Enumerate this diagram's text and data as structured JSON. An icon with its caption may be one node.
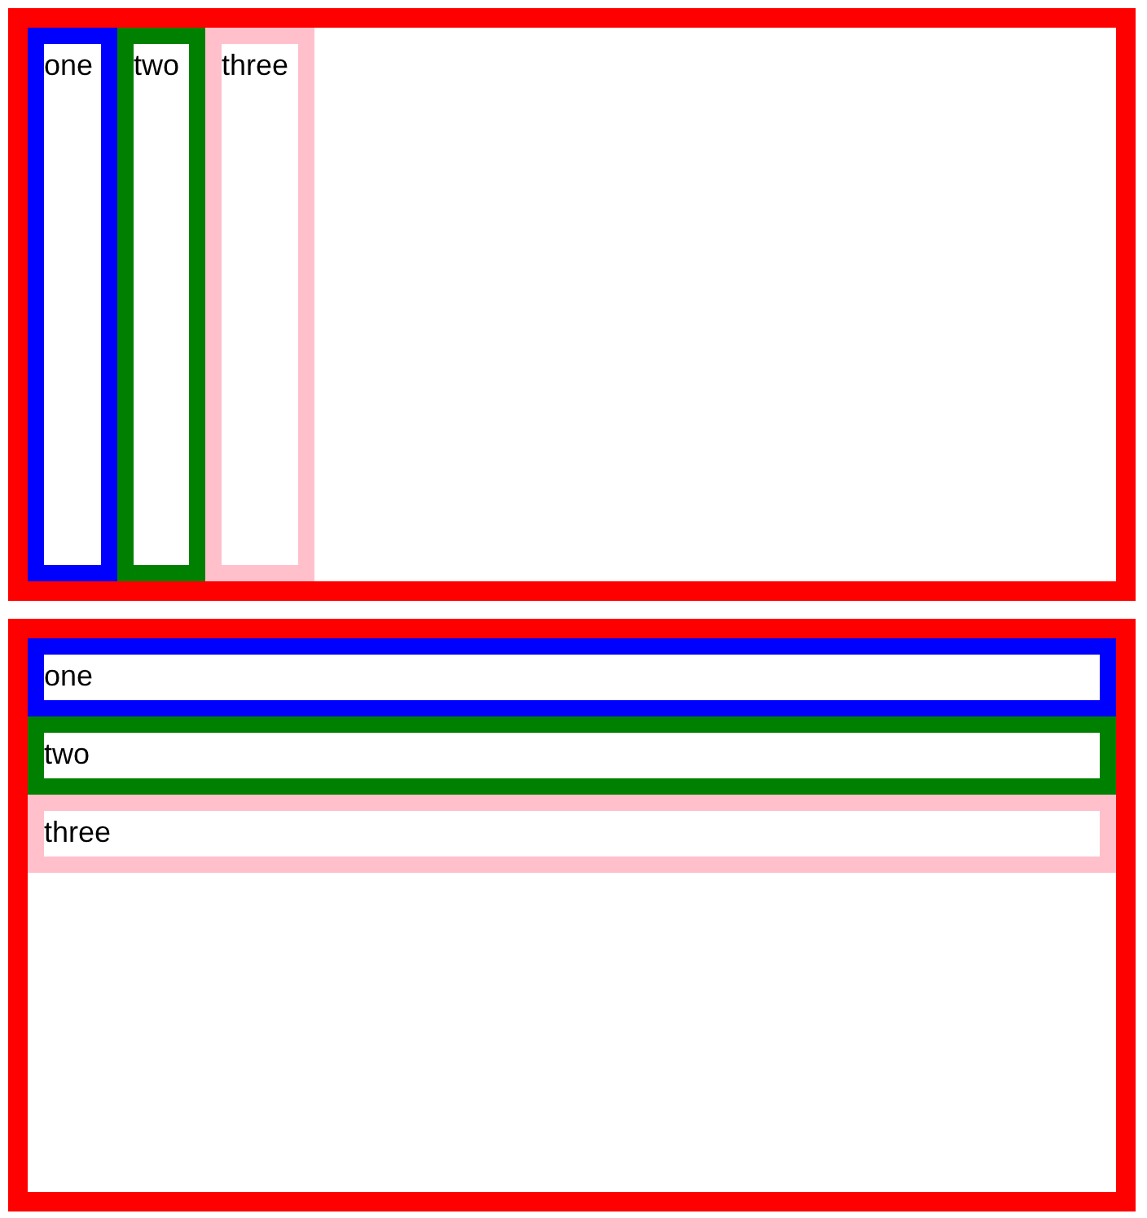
{
  "diagram": {
    "nodes": [
      {
        "text": [],
        "shape": "box"
      },
      {
        "text": [
          "one"
        ],
        "in": 0
      },
      {
        "text": [
          "two"
        ],
        "in": 0
      },
      {
        "text": [
          "three"
        ],
        "in": 0
      },
      {
        "text": [],
        "shape": "box"
      },
      {
        "text": [
          "one"
        ],
        "in": 4
      },
      {
        "text": [
          "two"
        ],
        "in": 4
      },
      {
        "text": [
          "three"
        ],
        "in": 4
      }
    ],
    "edges": []
  }
}
